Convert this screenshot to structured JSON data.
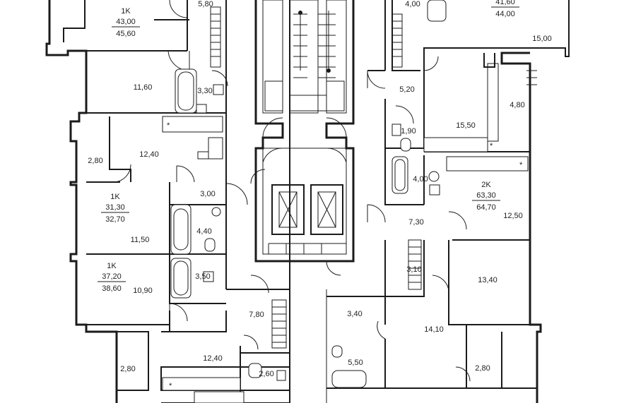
{
  "apartments": [
    {
      "id": "a1",
      "type": "1K",
      "living": "43,00",
      "total": "45,60"
    },
    {
      "id": "a2",
      "type": "1K",
      "living": "31,30",
      "total": "32,70"
    },
    {
      "id": "a3",
      "type": "1K",
      "living": "37,20",
      "total": "38,60"
    },
    {
      "id": "a4",
      "type": "",
      "living": "41,60",
      "total": "44,00"
    },
    {
      "id": "a5",
      "type": "2K",
      "living": "63,30",
      "total": "64,70"
    }
  ],
  "rooms": [
    "5,80",
    "11,60",
    "3,30",
    "12,40",
    "2,80",
    "3,00",
    "4,40",
    "11,50",
    "3,50",
    "10,90",
    "7,80",
    "12,40",
    "2,60",
    "2,80",
    "4,00",
    "15,00",
    "5,20",
    "4,80",
    "15,50",
    "1,90",
    "4,00",
    "12,50",
    "7,30",
    "3,10",
    "13,40",
    "3,40",
    "14,10",
    "5,50",
    "2,80"
  ],
  "symbols": {
    "stove": "*"
  }
}
